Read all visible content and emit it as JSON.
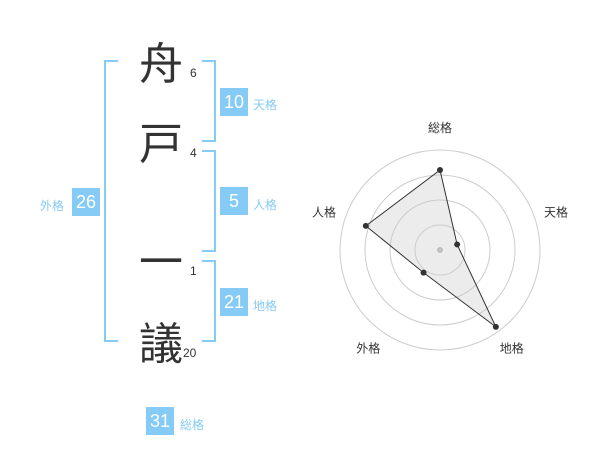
{
  "name": {
    "chars": [
      {
        "char": "舟",
        "strokes": "6"
      },
      {
        "char": "戸",
        "strokes": "4"
      },
      {
        "char": "一",
        "strokes": "1"
      },
      {
        "char": "議",
        "strokes": "20"
      }
    ]
  },
  "kakusu": {
    "tenkaku": {
      "value": "10",
      "label": "天格"
    },
    "jinkaku": {
      "value": "5",
      "label": "人格"
    },
    "chikaku": {
      "value": "21",
      "label": "地格"
    },
    "gaikaku": {
      "value": "26",
      "label": "外格"
    },
    "soukaku": {
      "value": "31",
      "label": "総格"
    }
  },
  "colors": {
    "accent": "#85cbf6",
    "text": "#333333",
    "grid": "#cccccc",
    "fill": "#eeeeee"
  },
  "chart_data": {
    "type": "radar",
    "axes": [
      "総格",
      "天格",
      "地格",
      "外格",
      "人格"
    ],
    "values": [
      0.8,
      0.18,
      0.95,
      0.28,
      0.78
    ],
    "scale_max": 1.0,
    "rings": 4
  }
}
